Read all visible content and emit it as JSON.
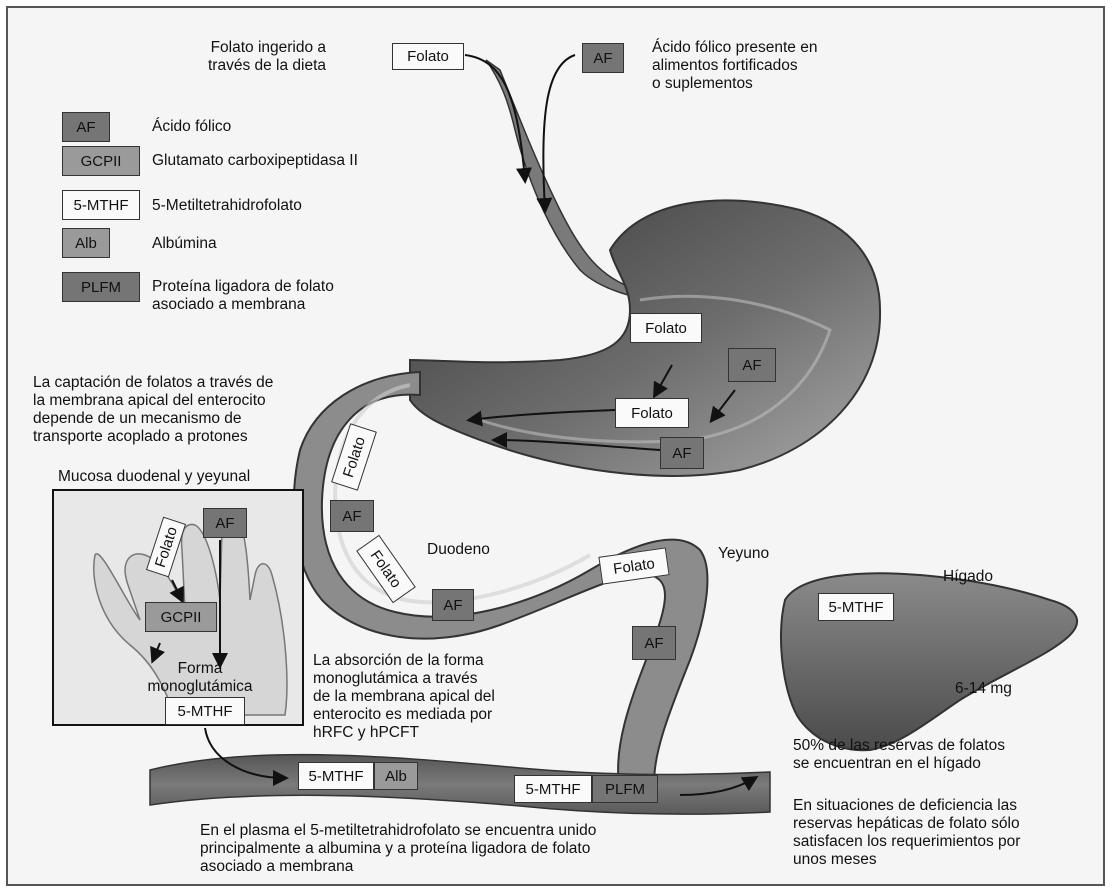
{
  "colors": {
    "dark_box": "#757575",
    "light_box": "#fafafa",
    "mid_box": "#9a9a9a",
    "organ": "#8f8f8f",
    "organ_dark": "#3e3e3e"
  },
  "top": {
    "dietary_folate": "Folato ingerido a\ntravés de la dieta",
    "folate_label": "Folato",
    "af_label": "AF",
    "folic_acid_sources": "Ácido fólico presente en\nalimentos fortificados\no suplementos"
  },
  "legend": [
    {
      "abbr": "AF",
      "text": "Ácido fólico",
      "style": "dark"
    },
    {
      "abbr": "GCPII",
      "text": "Glutamato carboxipeptidasa II",
      "style": "mid"
    },
    {
      "abbr": "5-MTHF",
      "text": "5-Metiltetrahidrofolato",
      "style": "light"
    },
    {
      "abbr": "Alb",
      "text": "Albúmina",
      "style": "mid"
    },
    {
      "abbr": "PLFM",
      "text": "Proteína ligadora de folato\nasociado a membrana",
      "style": "dark"
    }
  ],
  "stomach": {
    "folato_1": "Folato",
    "af_1": "AF",
    "folato_2": "Folato",
    "af_2": "AF"
  },
  "captation_text": "La captación de folatos a través de\nla membrana apical del enterocito\ndepende de un mecanismo de\ntransporte acoplado a protones",
  "mucosa": {
    "title": "Mucosa duodenal y yeyunal",
    "folato": "Folato",
    "af": "AF",
    "gcpii": "GCPII",
    "form": "Forma\nmonoglutámica",
    "mthf": "5-MTHF"
  },
  "intestine": {
    "folato_a": "Folato",
    "af_a": "AF",
    "folato_b": "Folato",
    "af_b": "AF",
    "duodeno": "Duodeno",
    "yeyuno": "Yeyuno",
    "folato_c": "Folato",
    "af_c": "AF"
  },
  "absorption_text": "La absorción de la forma\nmonoglutámica a través\nde la membrana apical del\nenterocito es mediada por\nhRFC y hPCFT",
  "liver": {
    "title": "Hígado",
    "mthf": "5-MTHF",
    "amount": "6-14 mg",
    "reserves": "50% de las reservas de folatos\nse encuentran en el hígado",
    "deficiency": "En situaciones de deficiencia las\nreservas hepáticas de folato sólo\nsatisfacen los requerimientos por\nunos meses"
  },
  "vessel": {
    "mthf_1": "5-MTHF",
    "alb": "Alb",
    "mthf_2": "5-MTHF",
    "plfm": "PLFM"
  },
  "plasma_text": "En el plasma el 5-metiltetrahidrofolato se encuentra unido\nprincipalmente a albumina y a proteína ligadora de folato\nasociado a membrana"
}
